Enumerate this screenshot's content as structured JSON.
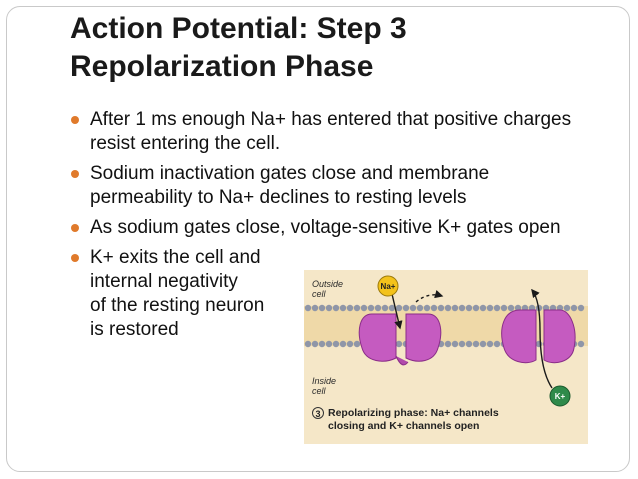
{
  "slide": {
    "title_line1": "Action Potential: Step 3",
    "title_line2": "Repolarization Phase",
    "bullets": [
      "After 1 ms enough Na+ has entered that positive charges resist entering the cell.",
      "Sodium inactivation gates close and membrane permeability to Na+ declines to resting levels",
      "As sodium gates close, voltage-sensitive K+ gates open"
    ],
    "bullet4": {
      "line1": "K+ exits the cell and",
      "line2": "internal negativity",
      "line3": "of the resting neuron",
      "line4": "is restored"
    }
  },
  "figure": {
    "outside_label_1": "Outside",
    "outside_label_2": "cell",
    "inside_label_1": "Inside",
    "inside_label_2": "cell",
    "na_label": "Na+",
    "k_label": "K+",
    "caption_number": "3",
    "caption_line1": "Repolarizing phase: Na+ channels",
    "caption_line2": "closing and K+ channels open",
    "colors": {
      "background": "#f5e7c8",
      "channel": "#c55bc0",
      "na_ion": "#f3c21b",
      "k_ion": "#2f8a4a",
      "bullet": "#e07a2b"
    }
  }
}
